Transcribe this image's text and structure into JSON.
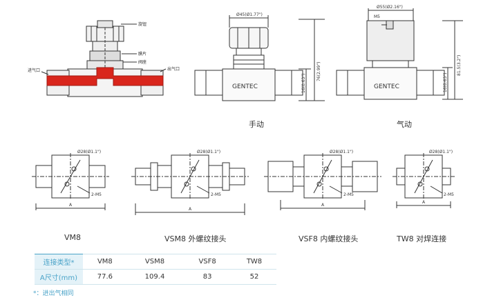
{
  "section_view": {
    "labels": {
      "knob": "旋钮",
      "diaphragm": "膜片",
      "valve_seat": "阀座",
      "inlet": "进气口",
      "outlet": "出气口"
    },
    "colors": {
      "flow": "#d9261c",
      "line": "#333333"
    }
  },
  "manual": {
    "caption": "手动",
    "dim_top": "Ø45(Ø1.77\")",
    "dim_overall": "76(2.99\")",
    "dim_body": "16(0.63\")",
    "brand": "GENTEC"
  },
  "pneumatic": {
    "caption": "气动",
    "dim_top": "Ø55(Ø2.16\")",
    "port": "M5",
    "dim_overall": "81.5(3.2\")",
    "dim_body": "16(0.63\")",
    "brand": "GENTEC"
  },
  "variants": [
    {
      "caption": "VM8",
      "dim_hole": "Ø28(Ø1.1\")",
      "dim_thread": "2-M5",
      "dim_a": "A"
    },
    {
      "caption": "VSM8 外螺纹接头",
      "dim_hole": "Ø28(Ø1.1\")",
      "dim_thread": "2-M5",
      "dim_a": "A"
    },
    {
      "caption": "VSF8 内螺纹接头",
      "dim_hole": "Ø28(Ø1.1\")",
      "dim_thread": "2-M5",
      "dim_a": "A"
    },
    {
      "caption": "TW8 对焊连接",
      "dim_hole": "Ø28(Ø1.1\")",
      "dim_thread": "2-M5",
      "dim_a": "A"
    }
  ],
  "table": {
    "header_row": {
      "label": "连接类型*",
      "values": [
        "VM8",
        "VSM8",
        "VSF8",
        "TW8"
      ]
    },
    "size_row": {
      "label": "A尺寸(mm)",
      "values": [
        "77.6",
        "109.4",
        "83",
        "52"
      ]
    }
  },
  "footnote": "*：进出气相同"
}
